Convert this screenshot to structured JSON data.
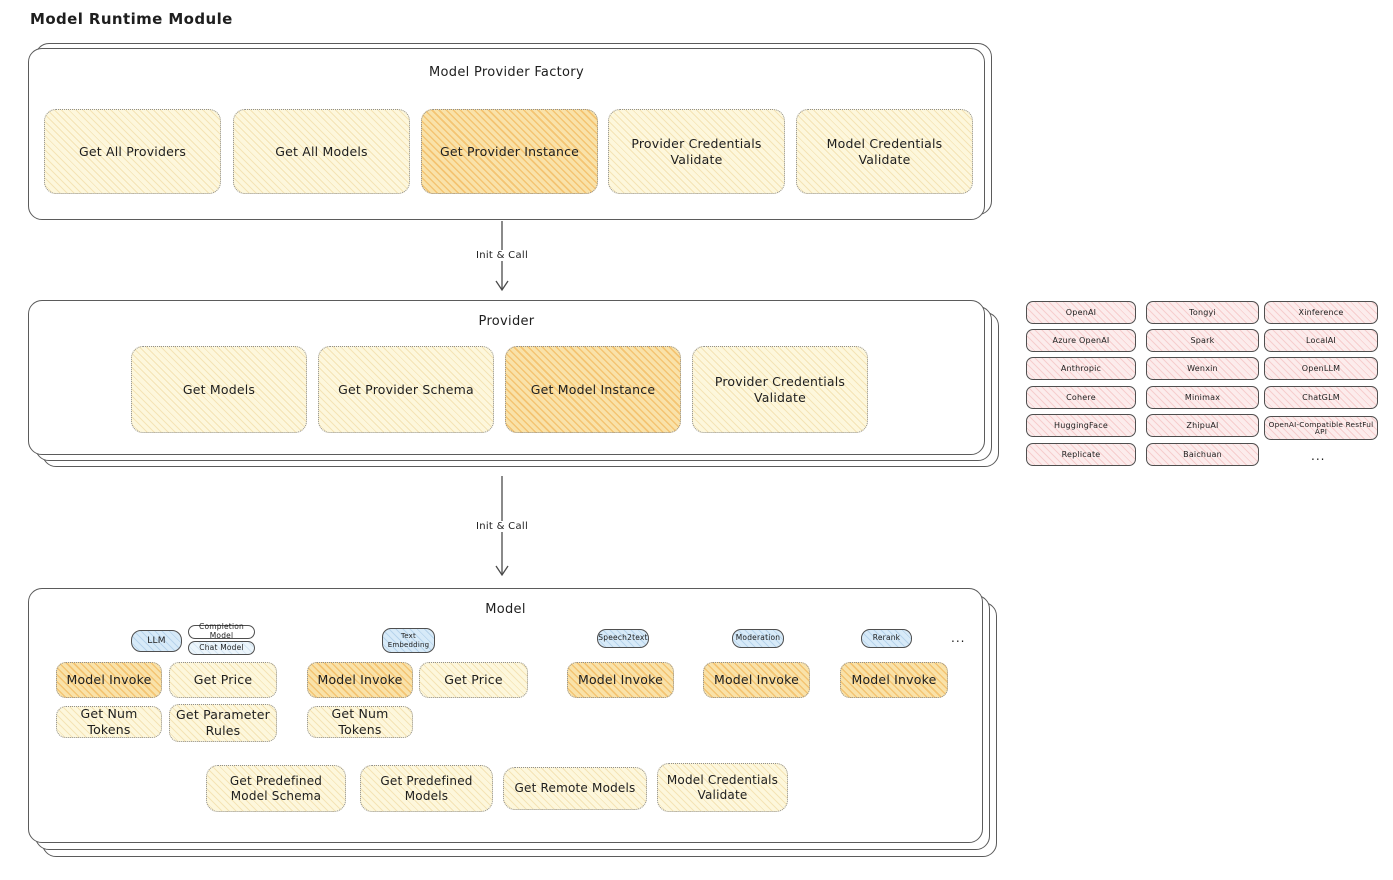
{
  "page": {
    "title": "Model Runtime Module"
  },
  "factory": {
    "title": "Model Provider Factory",
    "boxes": [
      "Get All Providers",
      "Get All Models",
      "Get Provider Instance",
      "Provider Credentials Validate",
      "Model Credentials Validate"
    ]
  },
  "arrows": {
    "factory_to_provider": "Init & Call",
    "provider_to_model": "Init & Call"
  },
  "provider": {
    "title": "Provider",
    "boxes": [
      "Get Models",
      "Get Provider Schema",
      "Get Model Instance",
      "Provider Credentials Validate"
    ]
  },
  "providers_list": {
    "column1": [
      "OpenAI",
      "Azure OpenAI",
      "Anthropic",
      "Cohere",
      "HuggingFace",
      "Replicate"
    ],
    "column2": [
      "Tongyi",
      "Spark",
      "Wenxin",
      "Minimax",
      "ZhipuAI",
      "Baichuan"
    ],
    "column3": [
      "Xinference",
      "LocalAI",
      "OpenLLM",
      "ChatGLM",
      "OpenAI-Compatible RestFul API"
    ],
    "more": "..."
  },
  "model": {
    "title": "Model",
    "tabs": {
      "llm": "LLM",
      "completion": "Completion Model",
      "chat": "Chat Model",
      "embedding": "Text Embedding",
      "speech": "Speech2text",
      "moderation": "Moderation",
      "rerank": "Rerank",
      "more": "..."
    },
    "llm_ops": [
      "Model Invoke",
      "Get Price",
      "Get Num Tokens",
      "Get Parameter Rules"
    ],
    "embedding_ops": [
      "Model Invoke",
      "Get Price",
      "Get Num Tokens"
    ],
    "speech_ops": [
      "Model Invoke"
    ],
    "moderation_ops": [
      "Model Invoke"
    ],
    "rerank_ops": [
      "Model Invoke"
    ],
    "shared_ops": [
      "Get Predefined Model Schema",
      "Get Predefined Models",
      "Get Remote Models",
      "Model Credentials Validate"
    ]
  },
  "colors": {
    "node_yellow": "#fdf7dc",
    "node_orange": "#f9e2a9",
    "node_pink": "#fcecec",
    "node_blue": "#d7eaf8",
    "stroke": "#5b5b5b"
  }
}
